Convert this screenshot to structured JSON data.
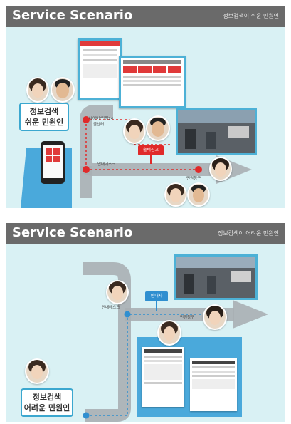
{
  "panels": [
    {
      "title": "Service Scenario",
      "subtitle": "정보검색이 쉬운 민원인",
      "label_line1": "정보검색",
      "label_line2": "쉬운 민원인",
      "step_call_center": "네이버/민원24",
      "step_call_center2": "콜센터",
      "step_info_desk": "안내데스크",
      "step_counter": "민원창구",
      "tag": "출력신고"
    },
    {
      "title": "Service Scenario",
      "subtitle": "정보검색이 어려운 민원인",
      "label_line1": "정보검색",
      "label_line2": "어려운 민원인",
      "step_info_desk": "안내데스크",
      "step_counter": "민원창구",
      "tag": "안내자"
    }
  ],
  "colors": {
    "header": "#6a6a6a",
    "background": "#d9f1f4",
    "path": "#a9afb4",
    "accent_red": "#e02a2a",
    "accent_blue": "#2f8fd0"
  }
}
